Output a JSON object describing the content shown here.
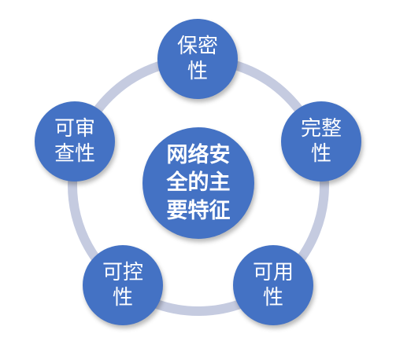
{
  "diagram": {
    "center": {
      "label": "网络安\n全的主\n要特征"
    },
    "nodes": [
      {
        "id": "confidentiality",
        "label": "保密\n性"
      },
      {
        "id": "integrity",
        "label": "完整\n性"
      },
      {
        "id": "availability",
        "label": "可用\n性"
      },
      {
        "id": "controllability",
        "label": "可控\n性"
      },
      {
        "id": "auditability",
        "label": "可审\n查性"
      }
    ]
  },
  "colors": {
    "node_fill": "#4472c4",
    "ring": "#c5cbe0",
    "text": "#ffffff"
  }
}
